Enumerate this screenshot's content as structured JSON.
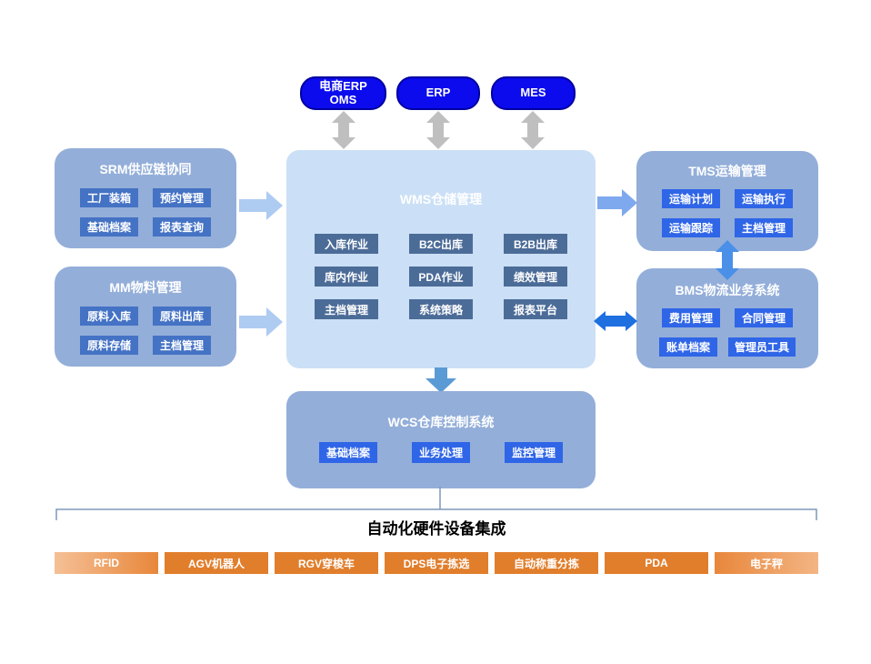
{
  "top_systems": [
    {
      "label": "电商ERP\nOMS"
    },
    {
      "label": "ERP"
    },
    {
      "label": "MES"
    }
  ],
  "modules": {
    "srm": {
      "title": "SRM供应链协同",
      "items": [
        "工厂装箱",
        "预约管理",
        "基础档案",
        "报表查询"
      ]
    },
    "mm": {
      "title": "MM物料管理",
      "items": [
        "原料入库",
        "原料出库",
        "原料存储",
        "主档管理"
      ]
    },
    "wms": {
      "title": "WMS仓储管理",
      "items": [
        "入库作业",
        "B2C出库",
        "B2B出库",
        "库内作业",
        "PDA作业",
        "绩效管理",
        "主档管理",
        "系统策略",
        "报表平台"
      ]
    },
    "tms": {
      "title": "TMS运输管理",
      "items": [
        "运输计划",
        "运输执行",
        "运输跟踪",
        "主档管理"
      ]
    },
    "bms": {
      "title": "BMS物流业务系统",
      "items": [
        "费用管理",
        "合同管理",
        "账单档案",
        "管理员工具"
      ]
    },
    "wcs": {
      "title": "WCS仓库控制系统",
      "items": [
        "基础档案",
        "业务处理",
        "监控管理"
      ]
    }
  },
  "hardware": {
    "title": "自动化硬件设备集成",
    "items": [
      "RFID",
      "AGV机器人",
      "RGV穿梭车",
      "DPS电子拣选",
      "自动称重分拣",
      "PDA",
      "电子秤"
    ]
  },
  "colors": {
    "pill_blue": "#0b0bee",
    "panel_blue": "#93aed9",
    "wms_panel_blue": "#cbe0f6",
    "office_button_blue": "#4472c4",
    "slate_button_blue": "#4c6c98",
    "bright_button_blue": "#2f65e7",
    "light_arrow": "#aecbf2",
    "medium_arrow": "#7fa9ee",
    "strong_arrow": "#1e6fe0",
    "down_arrow": "#5b9bd5",
    "duplex_arrow": "#4a90e8",
    "gray_arrow": "#bfbfbf",
    "bracket_line": "#7e99bb",
    "orange": "#e17e2c"
  }
}
